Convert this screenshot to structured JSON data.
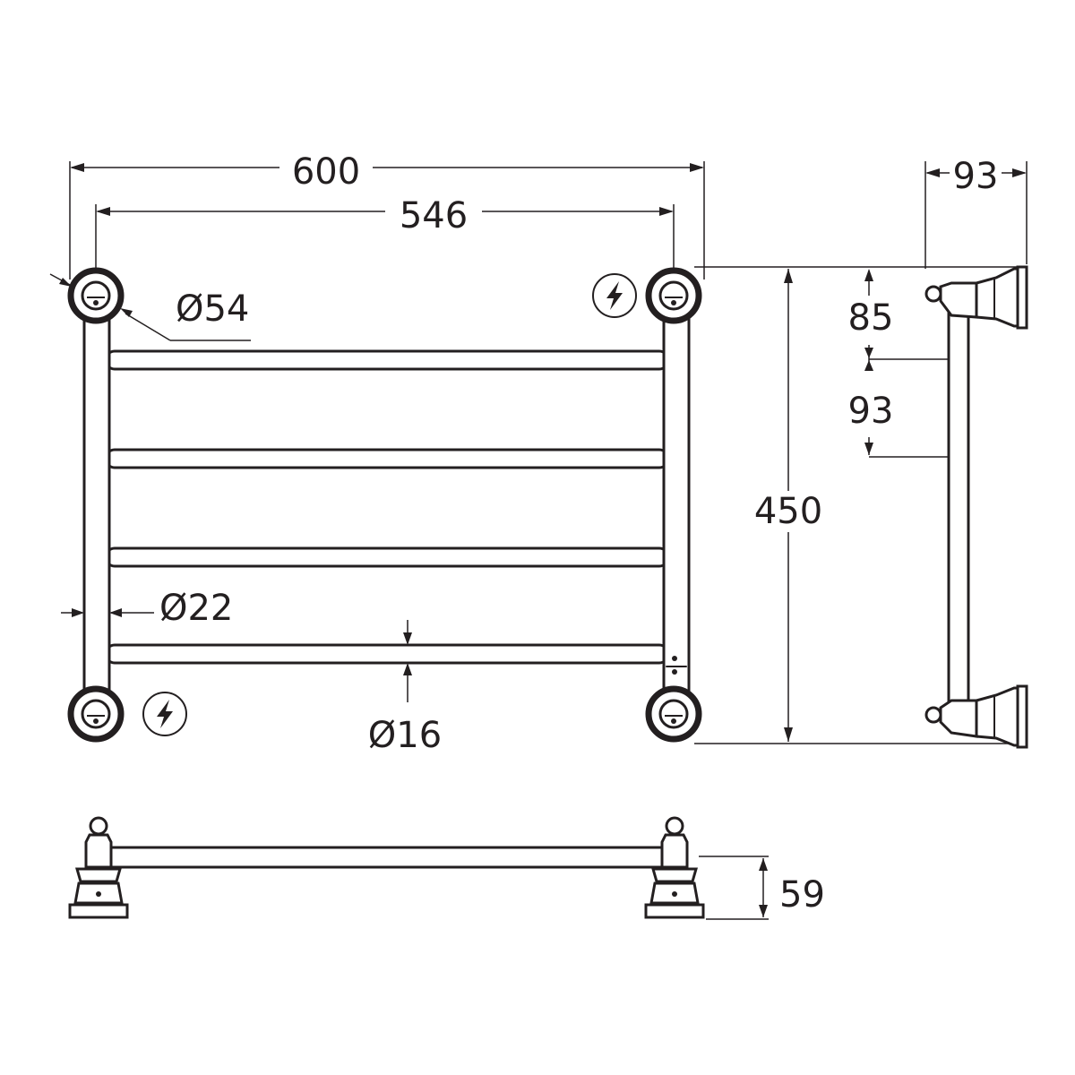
{
  "dimensions": {
    "overall_width": "600",
    "fixing_centres": "546",
    "bracket_diameter": "Ø54",
    "upright_diameter": "Ø22",
    "rail_diameter": "Ø16",
    "overall_height": "450",
    "top_to_first_rail": "85",
    "rail_pitch": "93",
    "projection": "93",
    "base_height": "59"
  },
  "symbols": {
    "electric_icon": "lightning-bolt"
  },
  "colors": {
    "line": "#231f20",
    "background": "#ffffff"
  }
}
